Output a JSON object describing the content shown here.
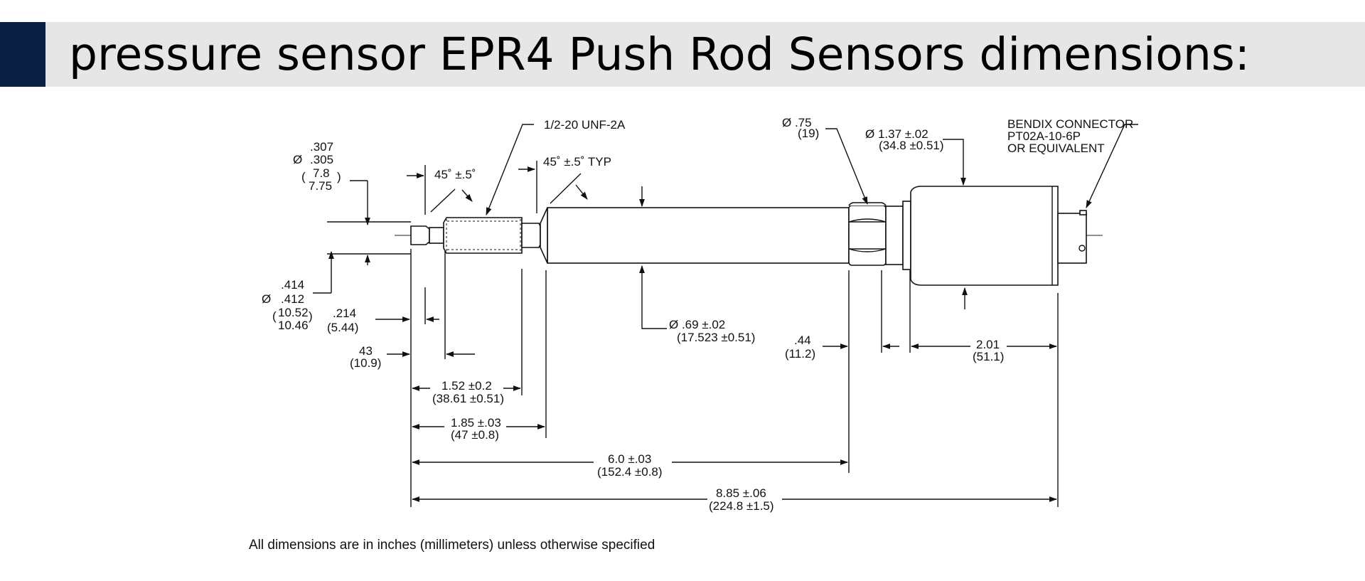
{
  "title": "pressure sensor EPR4 Push Rod Sensors dimensions:",
  "callouts": {
    "thread": "1/2-20 UNF-2A",
    "hex_dia_in": "Ø   .75",
    "hex_dia_mm": "(19)",
    "housing_dia_in": "Ø   1.37 ±.02",
    "housing_dia_mm": "(34.8 ±0.51)",
    "connector_1": "BENDIX CONNECTOR",
    "connector_2": "PT02A-10-6P",
    "connector_3": "OR EQUIVALENT",
    "tip_dia_a": ".307",
    "tip_dia_sym": "Ø",
    "tip_dia_b": ".305",
    "tip_dia_mm_a": "7.8",
    "tip_dia_mm_b": "7.75",
    "chamfer_1": "45˚ ±.5˚",
    "chamfer_2": "45˚ ±.5˚ TYP",
    "rod_dia_a": ".414",
    "rod_dia_sym": "Ø",
    "rod_dia_b": ".412",
    "rod_dia_mm_a": "10.52",
    "rod_dia_mm_b": "10.46",
    "len_214_in": ".214",
    "len_214_mm": "(5.44)",
    "len_43_in": "43",
    "len_43_mm": "(10.9)",
    "stem_dia_in": "Ø      .69 ±.02",
    "stem_dia_mm": "(17.523 ±0.51)",
    "hex_len_in": ".44",
    "hex_len_mm": "(11.2)",
    "housing_len_in": "2.01",
    "housing_len_mm": "(51.1)",
    "len_152_in": "1.52 ±0.2",
    "len_152_mm": "(38.61 ±0.51)",
    "len_185_in": "1.85 ±.03",
    "len_185_mm": "(47 ±0.8)",
    "len_60_in": "6.0 ±.03",
    "len_60_mm": "(152.4 ±0.8)",
    "len_885_in": "8.85 ±.06",
    "len_885_mm": "(224.8 ±1.5)"
  },
  "footnote": "All dimensions are in inches (millimeters) unless otherwise specified"
}
